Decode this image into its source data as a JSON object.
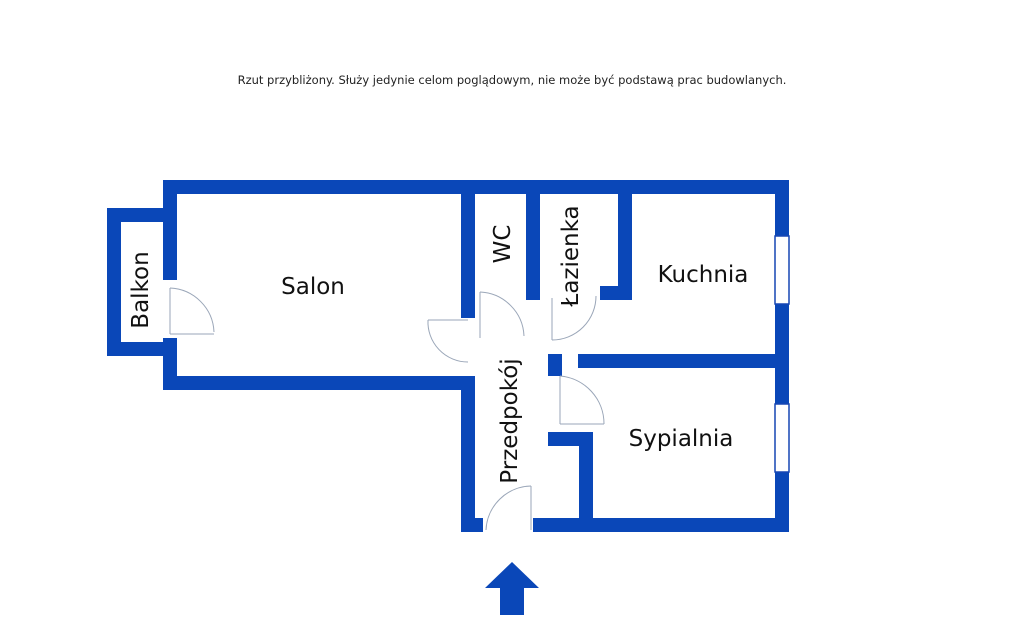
{
  "disclaimer": "Rzut przybliżony. Służy jedynie celom poglądowym, nie może być podstawą prac budowlanych.",
  "rooms": {
    "salon": "Salon",
    "balkon": "Balkon",
    "wc": "WC",
    "lazienka": "Łazienka",
    "kuchnia": "Kuchnia",
    "przedpokoj": "Przedpokój",
    "sypialnia": "Sypialnia"
  },
  "colors": {
    "wall": "#0a47b8",
    "door": "#9aa6b8",
    "background": "#ffffff"
  },
  "icons": {
    "entrance": "arrow-up-icon"
  }
}
